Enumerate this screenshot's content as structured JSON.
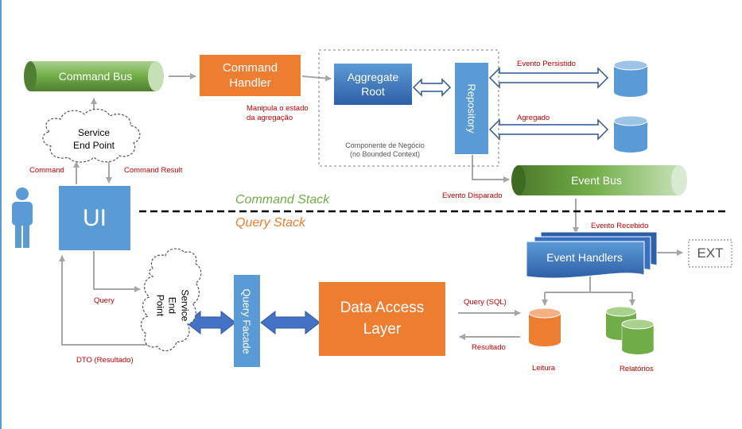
{
  "command_bus": "Command Bus",
  "command_handler": "Command\nHandler",
  "aggregate_root": "Aggregate\nRoot",
  "repository": "Repository",
  "business_component": "Componente de Negócio\n(no Bounded Context)",
  "evento_persistido": "Evento Persistido",
  "agregado": "Agregado",
  "manipula": "Manipula o estado\nda agregação",
  "service_end_point": "Service\nEnd Point",
  "command_label": "Command",
  "command_result": "Command Result",
  "evento_disparado": "Evento Disparado",
  "event_bus": "Event Bus",
  "ui": "UI",
  "command_stack": "Command Stack",
  "query_stack": "Query Stack",
  "evento_recebido": "Evento Recebido",
  "event_handlers": "Event Handlers",
  "ext": "EXT",
  "service_end_point_2": "Service End\nPoint",
  "query_facade": "Query Facade",
  "data_access_layer": "Data Access\nLayer",
  "query_sql": "Query (SQL)",
  "resultado": "Resultado",
  "leitura": "Leitura",
  "relatorios": "Relatórios",
  "query_label": "Query",
  "dto_resultado": "DTO (Resultado)",
  "colors": {
    "green": "#70ad47",
    "orange": "#ed7d31",
    "blue": "#5b9bd5",
    "dark_blue": "#2f5597",
    "red_text": "#c00000",
    "arrow_gray": "#a6a6a6",
    "command_stack_text": "#70ad47",
    "query_stack_text": "#ed7d31"
  }
}
